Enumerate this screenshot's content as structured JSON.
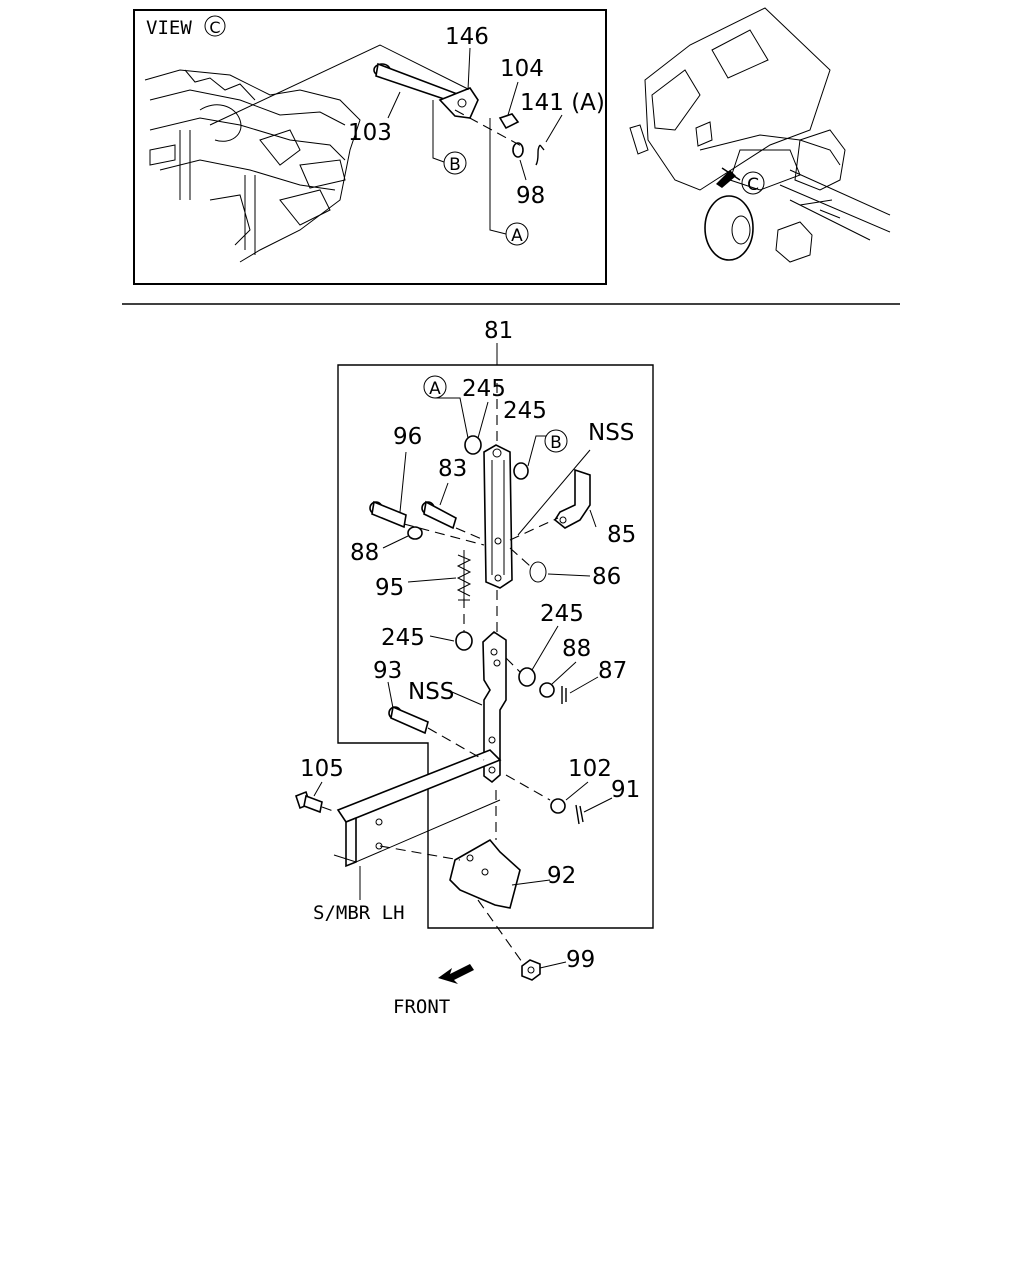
{
  "view_box": {
    "title": "VIEW",
    "view_letter": "C",
    "labels": {
      "p146": "146",
      "p104": "104",
      "p141": "141 (A)",
      "p103": "103",
      "ref_b": "B",
      "p98": "98",
      "ref_a": "A"
    }
  },
  "truck_view": {
    "view_letter": "C"
  },
  "main": {
    "labels": {
      "p81": "81",
      "ref_a": "A",
      "p245_a": "245",
      "p245_b": "245",
      "ref_b": "B",
      "nss_top": "NSS",
      "p96": "96",
      "p83": "83",
      "p85": "85",
      "p88_a": "88",
      "p86": "86",
      "p95": "95",
      "p245_c": "245",
      "p245_d": "245",
      "p88_b": "88",
      "p93": "93",
      "p87": "87",
      "nss_mid": "NSS",
      "p105": "105",
      "p102": "102",
      "p91": "91",
      "p92": "92",
      "smbr": "S/MBR LH",
      "p99": "99",
      "front": "FRONT"
    }
  }
}
